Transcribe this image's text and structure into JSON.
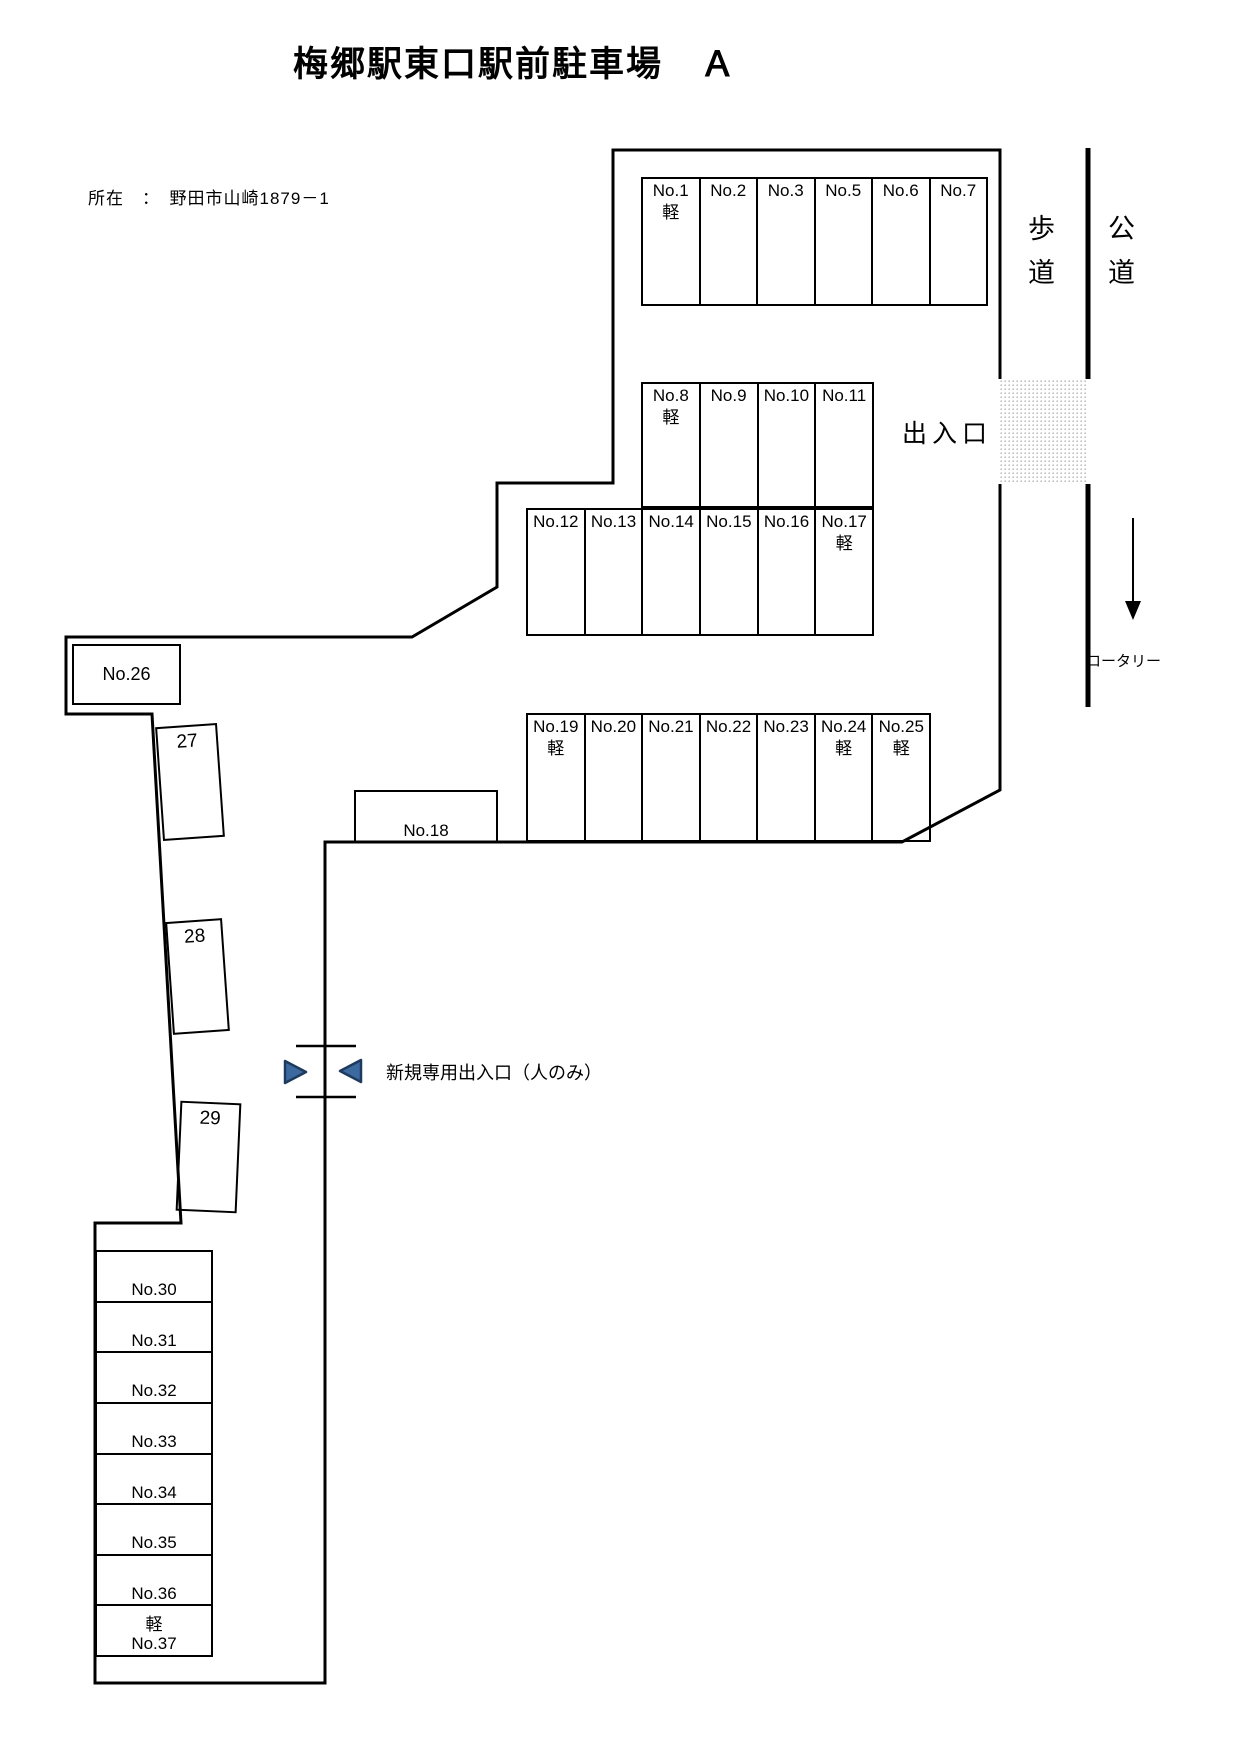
{
  "page": {
    "title": "梅郷駅東口駅前駐車場　Ａ",
    "address": "所在　：　野田市山崎1879－1"
  },
  "roads": {
    "sidewalk_chars": [
      "歩",
      "道"
    ],
    "public_road_chars": [
      "公",
      "道"
    ],
    "entrance_label": "出入口",
    "rotary_label": "ロータリー",
    "pedestrian_entrance_label": "新規専用出入口（人のみ）"
  },
  "spaces": {
    "row1": [
      {
        "no": "No.1",
        "kei": "軽"
      },
      {
        "no": "No.2"
      },
      {
        "no": "No.3"
      },
      {
        "no": "No.5"
      },
      {
        "no": "No.6"
      },
      {
        "no": "No.7"
      }
    ],
    "row2": [
      {
        "no": "No.8",
        "kei": "軽"
      },
      {
        "no": "No.9"
      },
      {
        "no": "No.10"
      },
      {
        "no": "No.11"
      }
    ],
    "row3": [
      {
        "no": "No.12"
      },
      {
        "no": "No.13"
      },
      {
        "no": "No.14"
      },
      {
        "no": "No.15"
      },
      {
        "no": "No.16"
      },
      {
        "no": "No.17",
        "kei": "軽"
      }
    ],
    "row4": [
      {
        "no": "No.19",
        "kei": "軽"
      },
      {
        "no": "No.20"
      },
      {
        "no": "No.21"
      },
      {
        "no": "No.22"
      },
      {
        "no": "No.23"
      },
      {
        "no": "No.24",
        "kei": "軽"
      },
      {
        "no": "No.25",
        "kei": "軽"
      }
    ],
    "no18": {
      "no": "No.18"
    },
    "no26": {
      "no": "No.26"
    },
    "slant": [
      "27",
      "28",
      "29"
    ],
    "col": [
      {
        "no": "No.30"
      },
      {
        "no": "No.31"
      },
      {
        "no": "No.32"
      },
      {
        "no": "No.33"
      },
      {
        "no": "No.34"
      },
      {
        "no": "No.35"
      },
      {
        "no": "No.36"
      },
      {
        "no": "No.37",
        "kei": "軽"
      }
    ]
  },
  "colors": {
    "line": "#000000",
    "triangle_fill": "#3c6a9e",
    "triangle_stroke": "#1f3a5f",
    "hatch_dot": "#c0c0c0"
  }
}
